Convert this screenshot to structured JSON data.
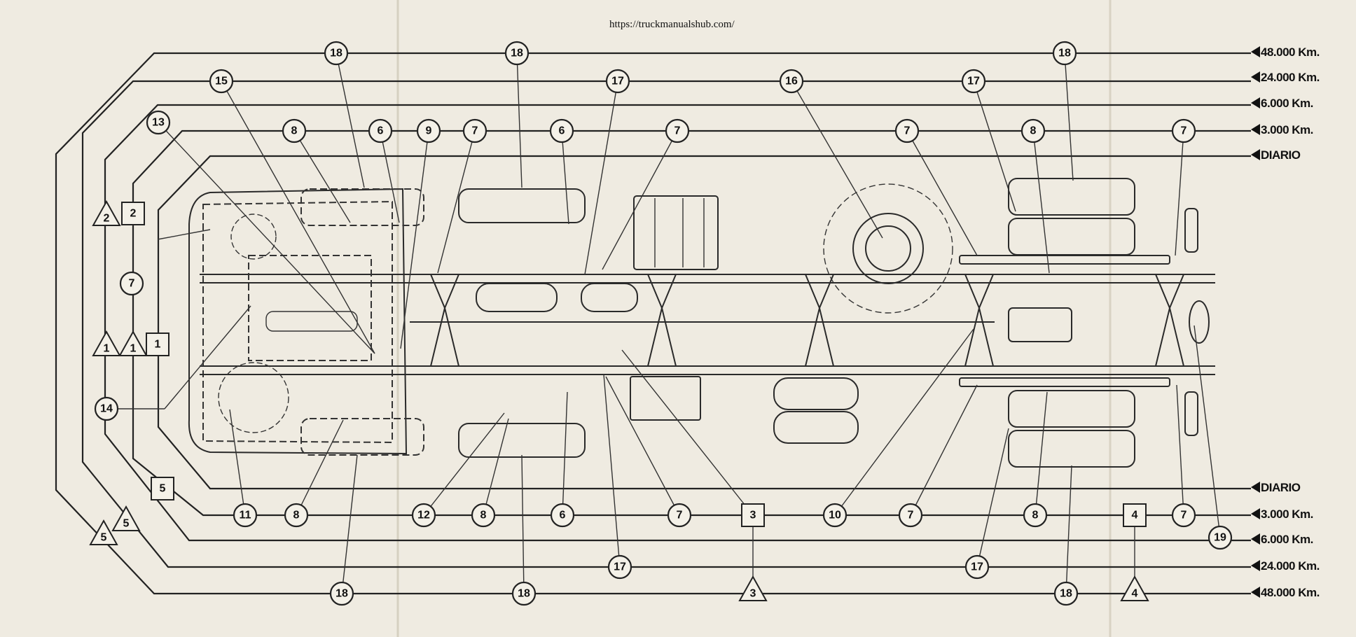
{
  "source_url": "https://truckmanualshub.com/",
  "interval_labels_right": [
    "48.000 Km.",
    "24.000 Km.",
    "6.000 Km.",
    "3.000 Km.",
    "DIARIO"
  ],
  "interval_labels_bottom": [
    "DIARIO",
    "3.000 Km.",
    "6.000 Km.",
    "24.000 Km.",
    "48.000 Km."
  ],
  "callouts": {
    "top_48000": [
      "18",
      "18",
      "18"
    ],
    "top_24000": [
      "15",
      "17",
      "16",
      "17"
    ],
    "top_6000": [
      "13"
    ],
    "top_3000": [
      "8",
      "6",
      "9",
      "7",
      "6",
      "7",
      "7",
      "8",
      "7"
    ],
    "left": [
      "7",
      "14"
    ],
    "bottom_3000": [
      "11",
      "8",
      "12",
      "8",
      "6",
      "7",
      "10",
      "7",
      "8",
      "7"
    ],
    "bottom_6000": [
      "19"
    ],
    "bottom_24000": [
      "17",
      "17"
    ],
    "bottom_48000": [
      "18",
      "18",
      "18"
    ]
  },
  "square_tags": [
    "2",
    "1",
    "5",
    "3",
    "4"
  ],
  "triangle_tags": [
    "2",
    "1",
    "1",
    "5",
    "5",
    "3",
    "4"
  ]
}
